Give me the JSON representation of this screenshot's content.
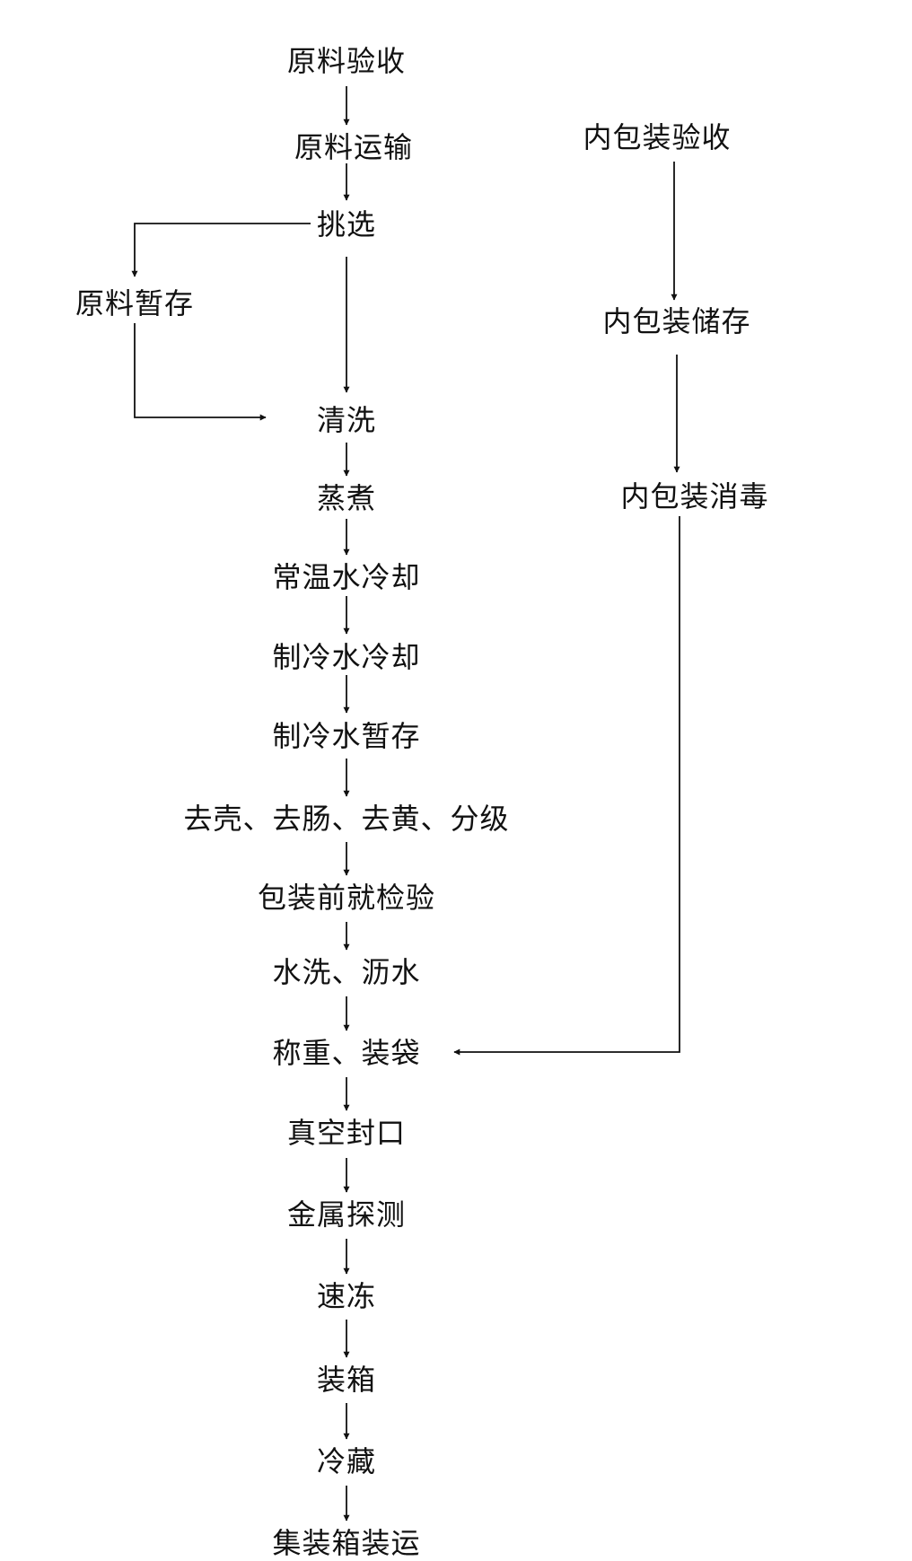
{
  "diagram": {
    "main_flow": [
      "原料验收",
      "原料运输",
      "挑选",
      "清洗",
      "蒸煮",
      "常温水冷却",
      "制冷水冷却",
      "制冷水暂存",
      "去壳、去肠、去黄、分级",
      "包装前就检验",
      "水洗、沥水",
      "称重、装袋",
      "真空封口",
      "金属探测",
      "速冻",
      "装箱",
      "冷藏",
      "集装箱装运"
    ],
    "side_branch": "原料暂存",
    "packaging_flow": [
      "内包装验收",
      "内包装储存",
      "内包装消毒"
    ],
    "colors": {
      "line": "#111111",
      "text": "#111111",
      "background": "#ffffff"
    }
  }
}
